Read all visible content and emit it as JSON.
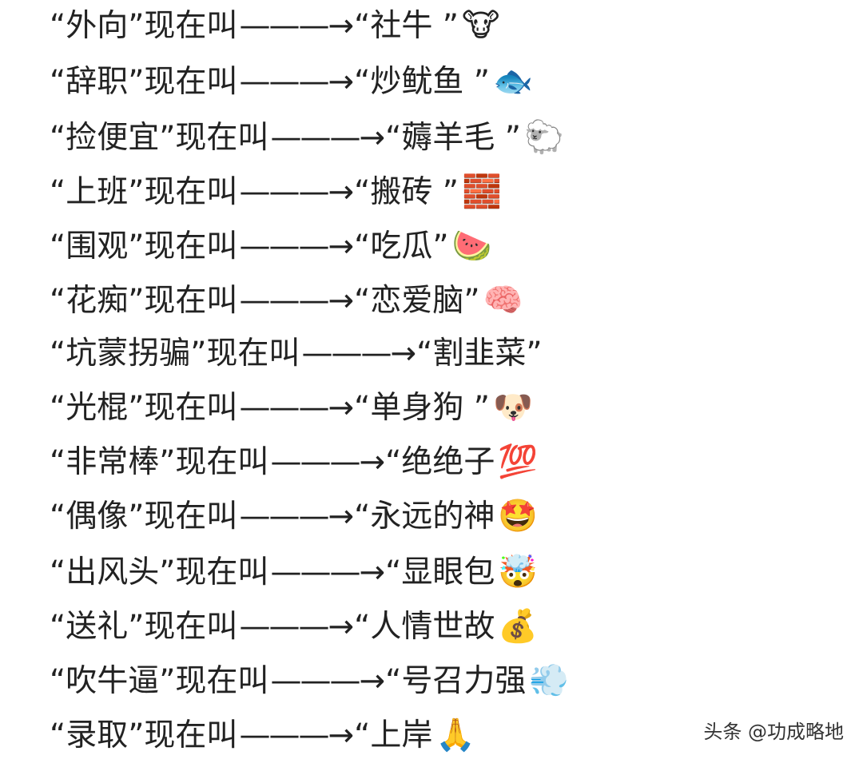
{
  "rows": [
    {
      "old": "“外向”",
      "mid": "现在叫",
      "arrow": "———→",
      "new": "“社牛 ”",
      "emoji": "🐮"
    },
    {
      "old": "“辞职”",
      "mid": "现在叫",
      "arrow": "———→",
      "new": "“炒鱿鱼 ”",
      "emoji": "🐟"
    },
    {
      "old": "“捡便宜”",
      "mid": "现在叫",
      "arrow": "———→",
      "new": "“薅羊毛 ”",
      "emoji": "🐑"
    },
    {
      "old": "“上班”",
      "mid": "现在叫",
      "arrow": "———→",
      "new": "“搬砖 ”",
      "emoji": "🧱"
    },
    {
      "old": "“围观”",
      "mid": "现在叫",
      "arrow": "———→",
      "new": "“吃瓜”",
      "emoji": "🍉"
    },
    {
      "old": "“花痴”",
      "mid": "现在叫",
      "arrow": "———→",
      "new": "“恋爱脑”",
      "emoji": "🧠"
    },
    {
      "old": "“坑蒙拐骗”",
      "mid": "现在叫",
      "arrow": "———→",
      "new": "“割韭菜”",
      "emoji": ""
    },
    {
      "old": "“光棍”",
      "mid": "现在叫",
      "arrow": "———→",
      "new": "“单身狗 ”",
      "emoji": "🐶"
    },
    {
      "old": "“非常棒”",
      "mid": "现在叫",
      "arrow": "———→",
      "new": "“绝绝子",
      "emoji": "💯"
    },
    {
      "old": "“偶像”",
      "mid": "现在叫",
      "arrow": "———→",
      "new": "“永远的神",
      "emoji": "🤩"
    },
    {
      "old": "“出风头”",
      "mid": "现在叫",
      "arrow": "———→",
      "new": "“显眼包",
      "emoji": "🤯"
    },
    {
      "old": "“送礼”",
      "mid": "现在叫",
      "arrow": "———→",
      "new": "“人情世故",
      "emoji": "💰"
    },
    {
      "old": "“吹牛逼”",
      "mid": "现在叫",
      "arrow": "———→",
      "new": "“号召力强",
      "emoji": "💨"
    },
    {
      "old": "“录取”",
      "mid": "现在叫",
      "arrow": "———→",
      "new": "“上岸",
      "emoji": "🙏"
    }
  ],
  "watermark": "头条 @功成略地"
}
